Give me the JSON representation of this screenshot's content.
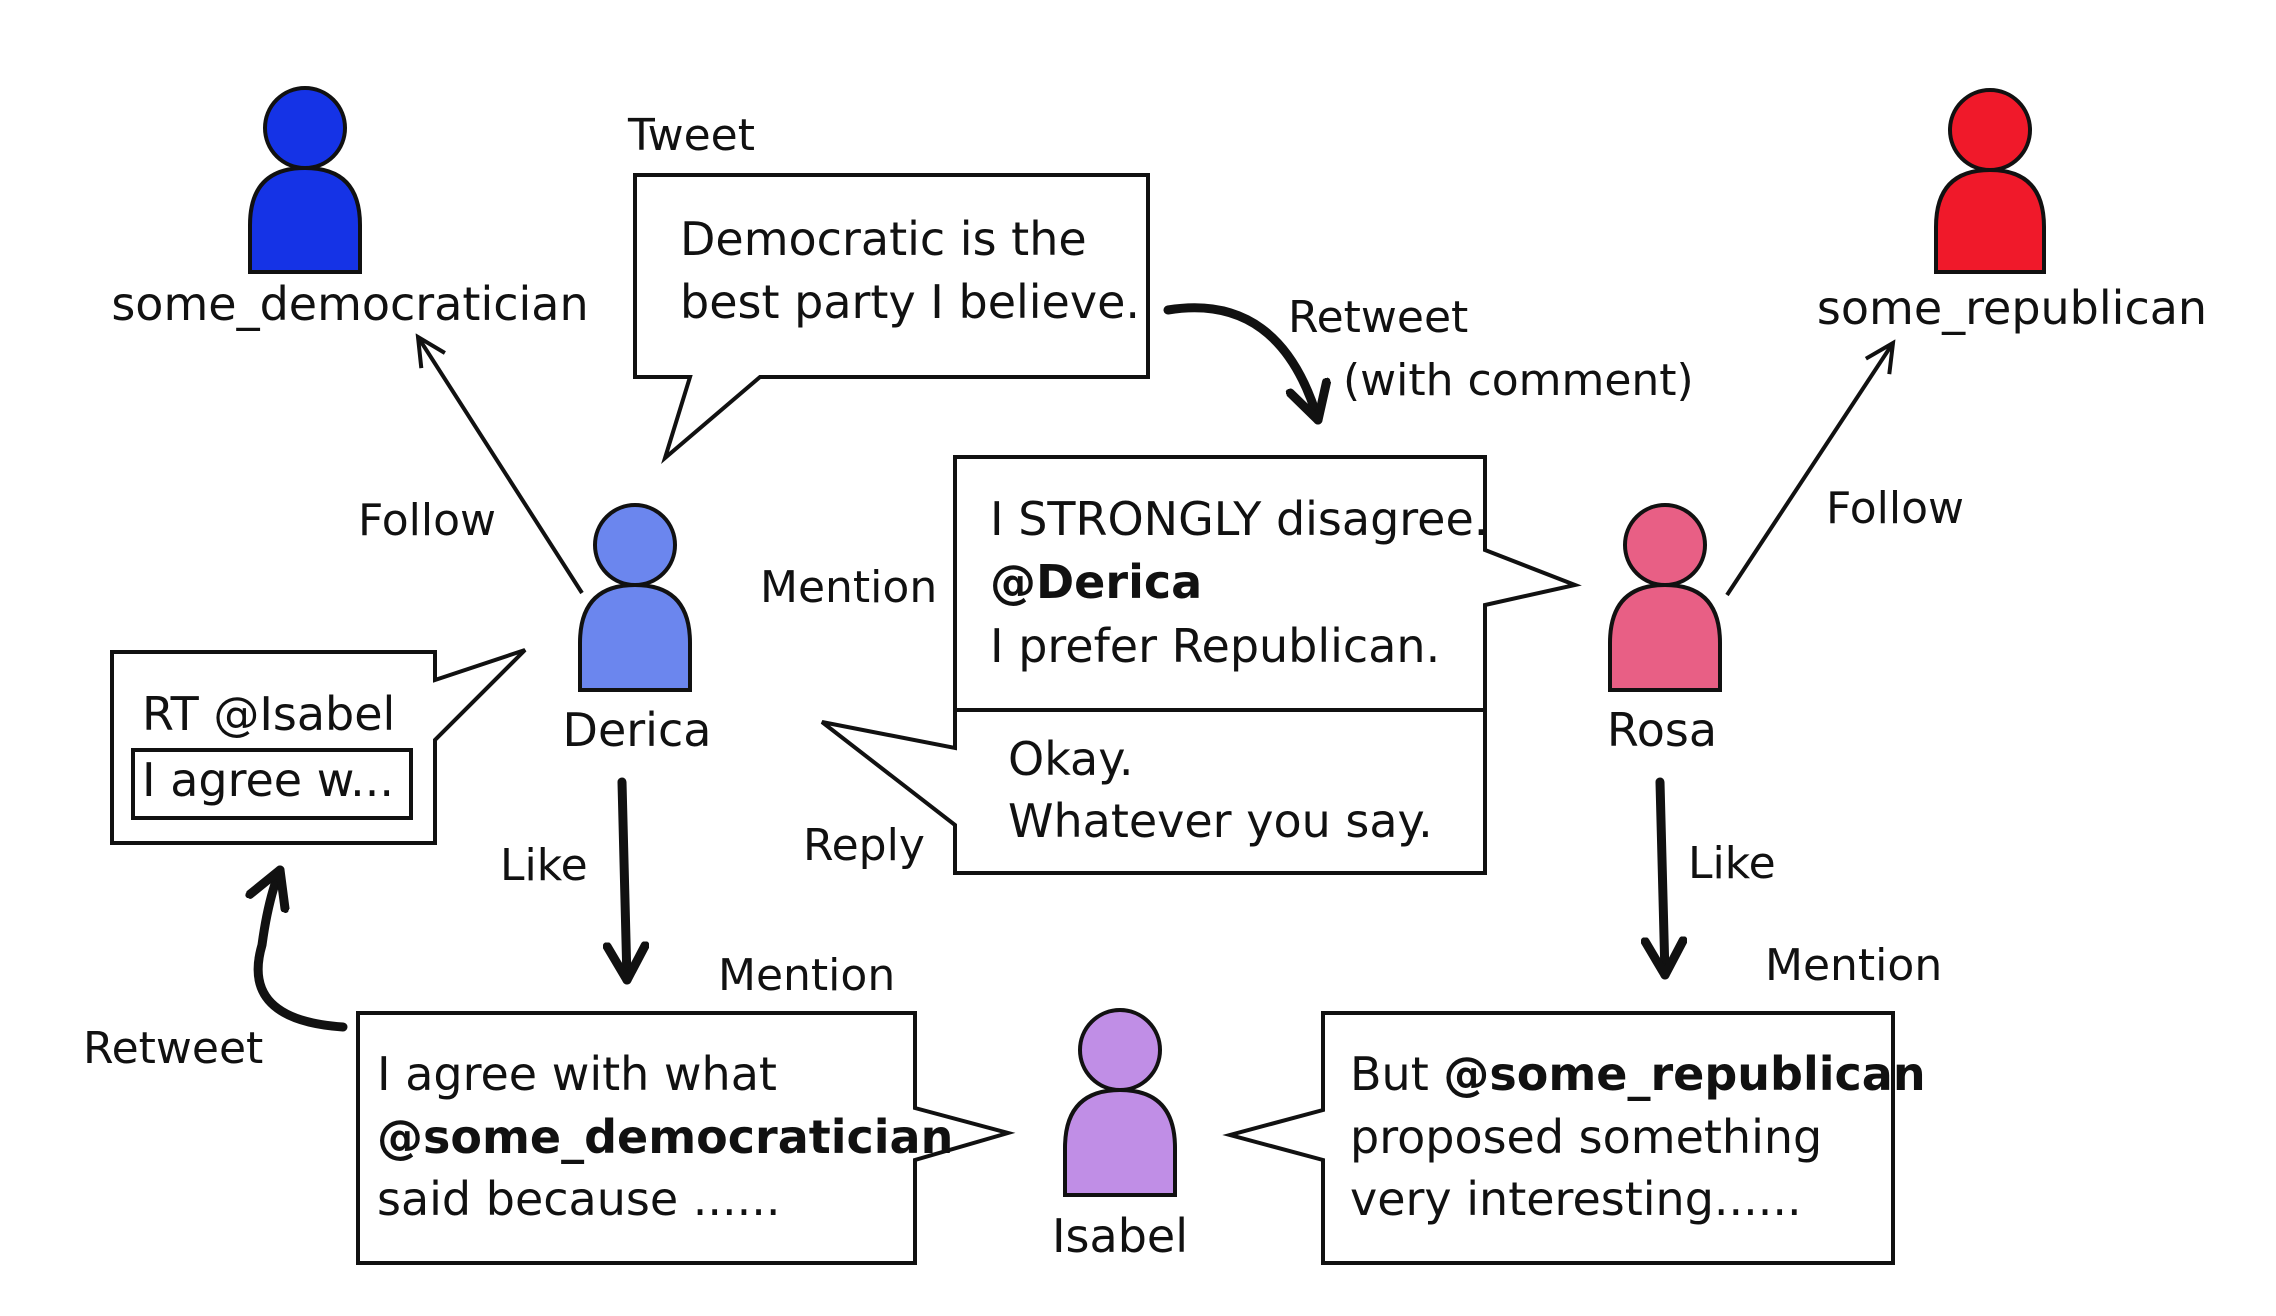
{
  "colors": {
    "democratician": "#1533e6",
    "derica": "#6b86ee",
    "republican": "#f0192a",
    "rosa": "#e85f85",
    "isabel": "#c08ee6"
  },
  "people": {
    "some_democratician": "some_democratician",
    "some_republican": "some_republican",
    "derica": "Derica",
    "rosa": "Rosa",
    "isabel": "Isabel"
  },
  "labels": {
    "tweet": "Tweet",
    "retweet_with_comment_1": "Retweet",
    "retweet_with_comment_2": "(with comment)",
    "follow_left": "Follow",
    "follow_right": "Follow",
    "mention_center": "Mention",
    "reply": "Reply",
    "like_left": "Like",
    "like_right": "Like",
    "mention_bottom_left": "Mention",
    "mention_bottom_right": "Mention",
    "retweet": "Retweet"
  },
  "messages": {
    "tweet": {
      "line1": "Democratic is the",
      "line2": "best party I believe."
    },
    "disagree": {
      "line1": "I STRONGLY disagree.",
      "line2": "@Derica",
      "line3": "I prefer Republican."
    },
    "reply": {
      "line1": "Okay.",
      "line2": "Whatever you say."
    },
    "rt": {
      "line1": "RT @Isabel",
      "quote": "I agree w..."
    },
    "agree": {
      "line1": "I agree with what",
      "line2": "@some_democratician",
      "line3": "said because ......"
    },
    "but": {
      "line1_prefix": "But ",
      "line1_mention": "@some_republican",
      "line2": "proposed something",
      "line3": "very interesting......"
    }
  }
}
